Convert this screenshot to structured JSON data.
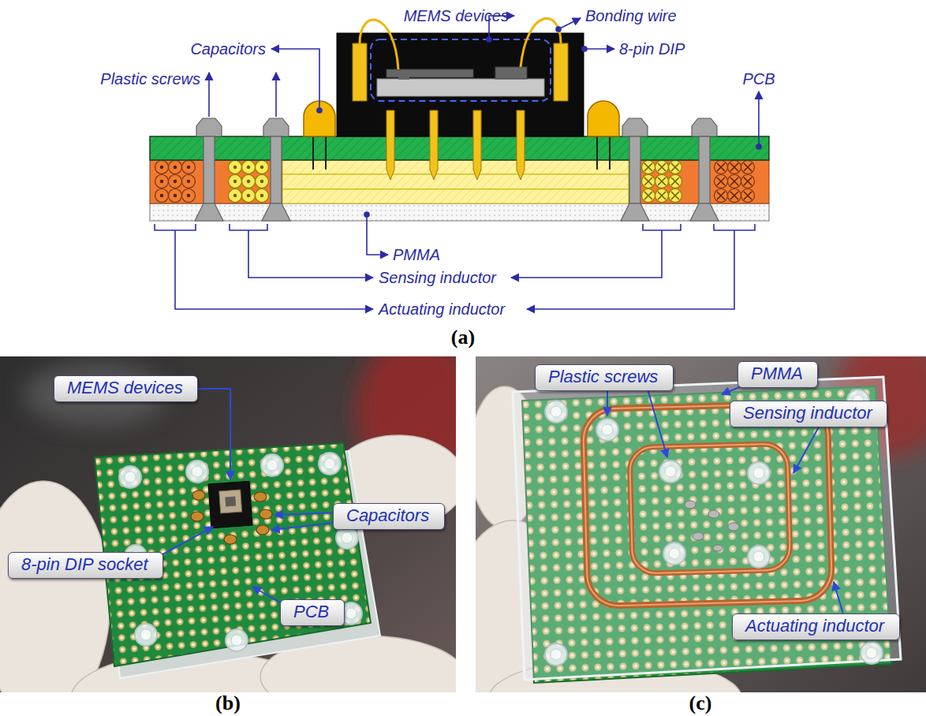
{
  "diagram": {
    "nodes": [
      {
        "text": [
          "MEMS devices"
        ]
      },
      {
        "text": [
          "Capacitors"
        ]
      },
      {
        "text": [
          "8-pin DIP socket"
        ]
      },
      {
        "text": [
          "PCB"
        ]
      },
      {
        "text": [
          "Plastic screws"
        ]
      },
      {
        "text": [
          "PMMA"
        ]
      },
      {
        "text": [
          "Sensing inductor"
        ]
      },
      {
        "text": [
          "Actuating inductor"
        ]
      }
    ],
    "labels": [
      "MEMS devices",
      "Bonding wire",
      "Capacitors",
      "8-pin DIP",
      "Plastic screws",
      "PCB",
      "PMMA",
      "Sensing inductor",
      "Actuating inductor",
      "(a)",
      "(b)",
      "(c)"
    ]
  }
}
